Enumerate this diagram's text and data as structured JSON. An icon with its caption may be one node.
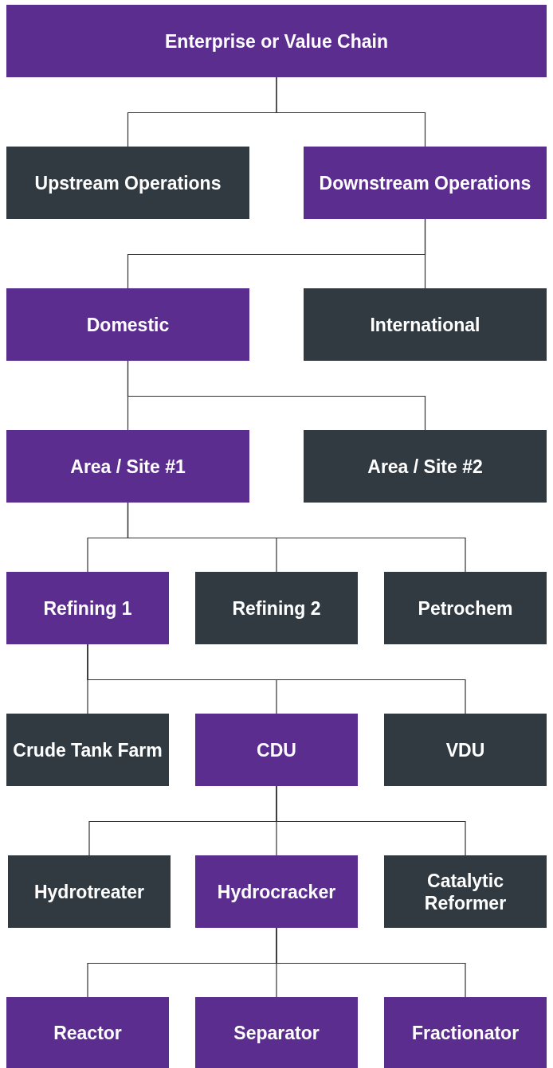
{
  "diagram": {
    "nodes": [
      {
        "text": [
          "Enterprise or Value Chain"
        ]
      },
      {
        "text": [
          "Upstream Operations"
        ]
      },
      {
        "text": [
          "Downstream Operations"
        ]
      },
      {
        "text": [
          "Domestic"
        ]
      },
      {
        "text": [
          "International"
        ]
      },
      {
        "text": [
          "Area / Site #1"
        ]
      },
      {
        "text": [
          "Area / Site #2"
        ]
      },
      {
        "text": [
          "Refining 1"
        ]
      },
      {
        "text": [
          "Refining 2"
        ]
      },
      {
        "text": [
          "Petrochem"
        ]
      },
      {
        "text": [
          "Crude Tank Farm"
        ]
      },
      {
        "text": [
          "CDU"
        ]
      },
      {
        "text": [
          "VDU"
        ]
      },
      {
        "text": [
          "Hydrotreater"
        ]
      },
      {
        "text": [
          "Hydrocracker"
        ]
      },
      {
        "text": [
          "Catalytic Reformer"
        ]
      },
      {
        "text": [
          "Reactor"
        ]
      },
      {
        "text": [
          "Separator"
        ]
      },
      {
        "text": [
          "Fractionator"
        ]
      }
    ],
    "edges": [
      {
        "from": 0,
        "to": 1,
        "arrow": "none"
      },
      {
        "from": 0,
        "to": 2,
        "arrow": "none"
      },
      {
        "from": 2,
        "to": 3,
        "arrow": "none"
      },
      {
        "from": 2,
        "to": 4,
        "arrow": "none"
      },
      {
        "from": 3,
        "to": 5,
        "arrow": "none"
      },
      {
        "from": 3,
        "to": 6,
        "arrow": "none"
      },
      {
        "from": 5,
        "to": 7,
        "arrow": "none"
      },
      {
        "from": 5,
        "to": 8,
        "arrow": "none"
      },
      {
        "from": 5,
        "to": 9,
        "arrow": "none"
      },
      {
        "from": 7,
        "to": 10,
        "arrow": "none"
      },
      {
        "from": 7,
        "to": 11,
        "arrow": "none"
      },
      {
        "from": 7,
        "to": 12,
        "arrow": "none"
      },
      {
        "from": 11,
        "to": 13,
        "arrow": "none"
      },
      {
        "from": 11,
        "to": 14,
        "arrow": "none"
      },
      {
        "from": 11,
        "to": 15,
        "arrow": "none"
      },
      {
        "from": 14,
        "to": 16,
        "arrow": "none"
      },
      {
        "from": 14,
        "to": 17,
        "arrow": "none"
      },
      {
        "from": 14,
        "to": 18,
        "arrow": "none"
      }
    ]
  }
}
